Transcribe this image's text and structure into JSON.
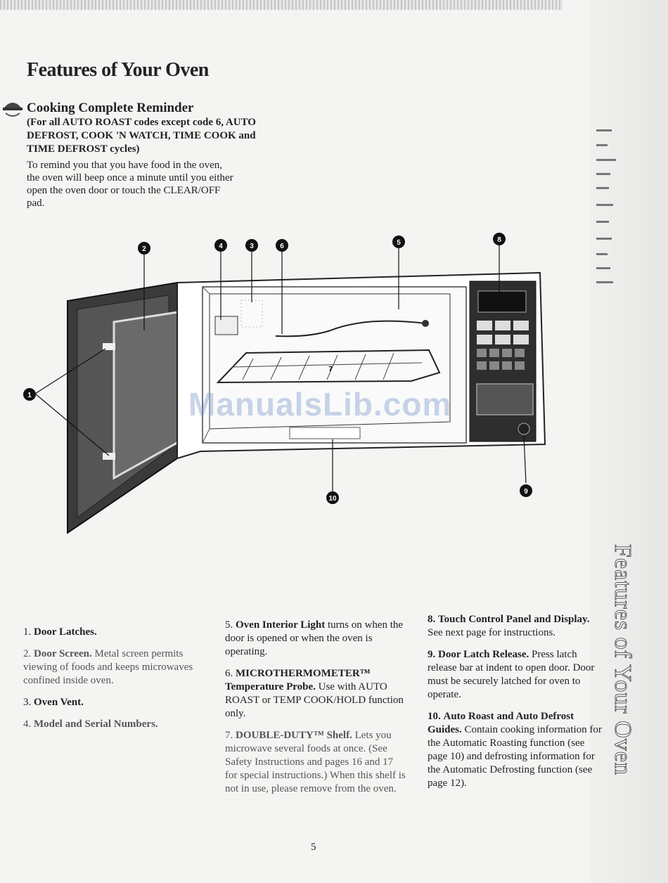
{
  "title": "Features of Your Oven",
  "reminder": {
    "heading": "Cooking Complete Reminder",
    "note": "(For all AUTO ROAST codes except code 6, AUTO DEFROST, COOK 'N WATCH, TIME COOK and TIME DEFROST cycles)",
    "body": "To remind you that you have food in the oven, the oven will beep once a minute until you either open the oven door or touch the CLEAR/OFF pad."
  },
  "callouts": [
    "1",
    "2",
    "3",
    "4",
    "5",
    "6",
    "7",
    "8",
    "9",
    "10"
  ],
  "features": {
    "f1": {
      "num": "1.",
      "name": "Door Latches.",
      "desc": ""
    },
    "f2": {
      "num": "2.",
      "name": "Door Screen.",
      "desc": "Metal screen permits viewing of foods and keeps microwaves confined inside oven."
    },
    "f3": {
      "num": "3.",
      "name": "Oven Vent.",
      "desc": ""
    },
    "f4": {
      "num": "4.",
      "name": "Model and Serial Numbers.",
      "desc": ""
    },
    "f5": {
      "num": "5.",
      "name": "Oven Interior Light",
      "desc": "turns on when the door is opened or when the oven is operating."
    },
    "f6": {
      "num": "6.",
      "name": "MICROTHERMOMETER™ Temperature Probe.",
      "desc": "Use with AUTO ROAST or TEMP COOK/HOLD function only."
    },
    "f7": {
      "num": "7.",
      "name": "DOUBLE-DUTY™ Shelf.",
      "desc": "Lets you microwave several foods at once. (See Safety Instructions and pages 16 and 17 for special instructions.) When this shelf is not in use, please remove from the oven."
    },
    "f8": {
      "num": "8.",
      "name": "Touch Control Panel and Display.",
      "desc": "See next page for instructions."
    },
    "f9": {
      "num": "9.",
      "name": "Door Latch Release.",
      "desc": "Press latch release bar at indent to open door. Door must be securely latched for oven to operate."
    },
    "f10": {
      "num": "10.",
      "name": "Auto Roast and Auto Defrost Guides.",
      "desc": "Contain cooking information for the Automatic Roasting function (see page 10) and defrosting information for the Automatic Defrosting function (see page 12)."
    }
  },
  "side_tab": "Features of Your Oven",
  "watermark": "ManualsLib.com",
  "page_number": "5",
  "colors": {
    "ink": "#222222",
    "paper": "#f4f4f2",
    "watermark": "#7896c8"
  }
}
